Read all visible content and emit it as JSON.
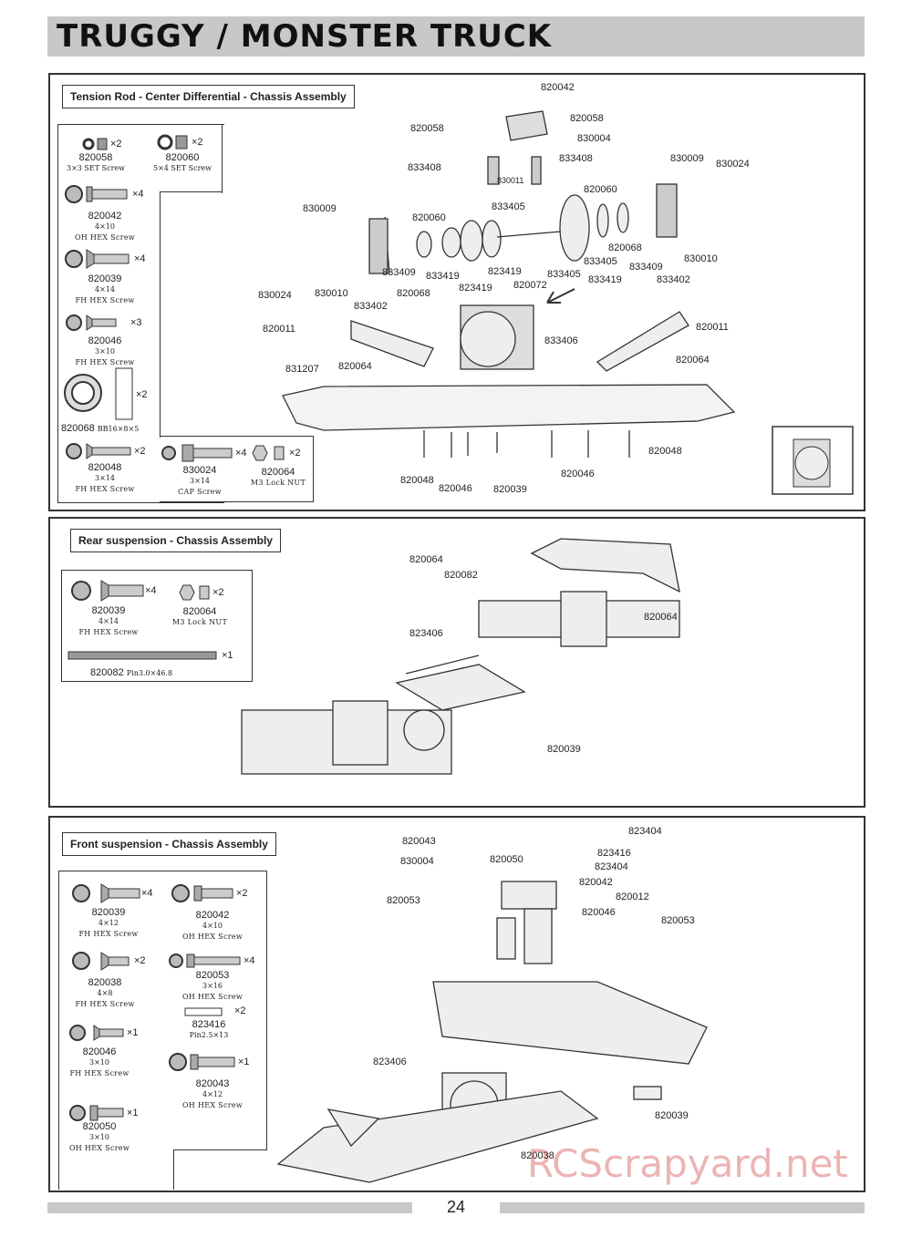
{
  "header": {
    "title": "TRUGGY / MONSTER TRUCK"
  },
  "footer": {
    "page": "24"
  },
  "watermark": "RCScrapyard.net",
  "sections": {
    "tension": {
      "title": "Tension Rod - Center Differential - Chassis Assembly",
      "parts": [
        {
          "num": "820058",
          "qty": "×2",
          "size": "3×3",
          "desc": "SET Screw"
        },
        {
          "num": "820060",
          "qty": "×2",
          "size": "5×4",
          "desc": "SET Screw"
        },
        {
          "num": "820042",
          "qty": "×4",
          "size": "4×10",
          "desc": "OH HEX Screw"
        },
        {
          "num": "820039",
          "qty": "×4",
          "size": "4×14",
          "desc": "FH HEX Screw"
        },
        {
          "num": "820046",
          "qty": "×3",
          "size": "3×10",
          "desc": "FH HEX Screw"
        },
        {
          "num": "820068",
          "qty": "×2",
          "size": "BB16×8×5",
          "desc": ""
        },
        {
          "num": "820048",
          "qty": "×2",
          "size": "3×14",
          "desc": "FH HEX Screw"
        },
        {
          "num": "830024",
          "qty": "×4",
          "size": "3×14",
          "desc": "CAP Screw"
        },
        {
          "num": "820064",
          "qty": "×2",
          "size": "",
          "desc": "M3 Lock NUT"
        }
      ],
      "callouts": [
        "820042",
        "820058",
        "830004",
        "820058",
        "833408",
        "833408",
        "830011",
        "820060",
        "830009",
        "830024",
        "833405",
        "830009",
        "820060",
        "833419",
        "833419",
        "820068",
        "833409",
        "833405",
        "833405",
        "823419",
        "830024",
        "830010",
        "820068",
        "823419",
        "820072",
        "823419",
        "833402",
        "833409",
        "833402",
        "830010",
        "820011",
        "833406",
        "820011",
        "831207",
        "820064",
        "820064",
        "820048",
        "820046",
        "820048",
        "820046",
        "820039"
      ]
    },
    "rear": {
      "title": "Rear suspension - Chassis Assembly",
      "parts": [
        {
          "num": "820039",
          "qty": "×4",
          "size": "4×14",
          "desc": "FH HEX Screw"
        },
        {
          "num": "820064",
          "qty": "×2",
          "size": "",
          "desc": "M3 Lock NUT"
        },
        {
          "num": "820082",
          "qty": "×1",
          "size": "Pin3.0×46.8",
          "desc": ""
        }
      ],
      "callouts": [
        "820064",
        "820082",
        "820064",
        "823406",
        "820039"
      ]
    },
    "front": {
      "title": "Front suspension - Chassis Assembly",
      "parts": [
        {
          "num": "820039",
          "qty": "×4",
          "size": "4×12",
          "desc": "FH HEX Screw"
        },
        {
          "num": "820042",
          "qty": "×2",
          "size": "4×10",
          "desc": "OH HEX Screw"
        },
        {
          "num": "820038",
          "qty": "×2",
          "size": "4×8",
          "desc": "FH HEX Screw"
        },
        {
          "num": "820053",
          "qty": "×4",
          "size": "3×16",
          "desc": "OH HEX Screw"
        },
        {
          "num": "823416",
          "qty": "×2",
          "size": "Pin2.5×13",
          "desc": ""
        },
        {
          "num": "820046",
          "qty": "×1",
          "size": "3×10",
          "desc": "FH HEX Screw"
        },
        {
          "num": "820043",
          "qty": "×1",
          "size": "4×12",
          "desc": "OH HEX Screw"
        },
        {
          "num": "820050",
          "qty": "×1",
          "size": "3×10",
          "desc": "OH HEX Screw"
        }
      ],
      "callouts": [
        "820043",
        "830004",
        "820050",
        "823404",
        "823416",
        "823404",
        "820042",
        "820053",
        "820012",
        "820046",
        "820053",
        "823406",
        "820039",
        "820038"
      ]
    }
  }
}
